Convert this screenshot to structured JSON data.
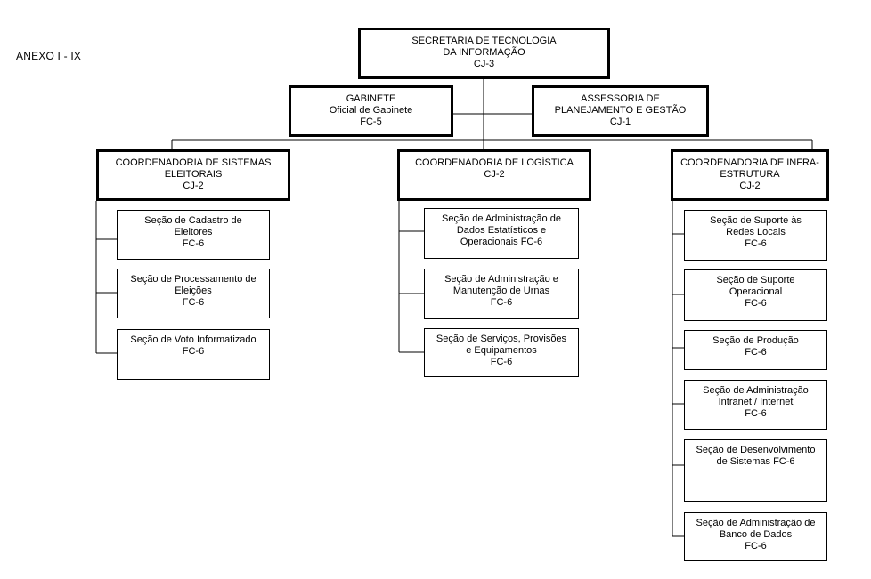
{
  "annex_label": "ANEXO I - IX",
  "secretaria": {
    "line1": "SECRETARIA DE TECNOLOGIA",
    "line2": "DA INFORMAÇÃO",
    "code": "CJ-3"
  },
  "gabinete": {
    "line1": "GABINETE",
    "line2": "Oficial de Gabinete",
    "code": "FC-5"
  },
  "assessoria": {
    "line1": "ASSESSORIA DE",
    "line2": "PLANEJAMENTO E GESTÃO",
    "code": "CJ-1"
  },
  "coord_sistemas": {
    "line1": "COORDENADORIA DE SISTEMAS",
    "line2": "ELEITORAIS",
    "code": "CJ-2",
    "sections": [
      {
        "line1": "Seção de Cadastro de",
        "line2": "Eleitores",
        "code": "FC-6"
      },
      {
        "line1": "Seção de Processamento de",
        "line2": "Eleições",
        "code": "FC-6"
      },
      {
        "line1": "Seção de Voto Informatizado",
        "line2": "",
        "code": "FC-6"
      }
    ]
  },
  "coord_logistica": {
    "line1": "COORDENADORIA DE LOGÍSTICA",
    "code": "CJ-2",
    "sections": [
      {
        "line1": "Seção de Administração de",
        "line2": "Dados Estatísticos e",
        "line3": "Operacionais FC-6"
      },
      {
        "line1": "Seção de Administração e",
        "line2": "Manutenção de Urnas",
        "line3": "FC-6"
      },
      {
        "line1": "Seção de Serviços, Provisões",
        "line2": "e Equipamentos",
        "line3": "FC-6"
      }
    ]
  },
  "coord_infra": {
    "line1": "COORDENADORIA DE INFRA-",
    "line2": "ESTRUTURA",
    "code": "CJ-2",
    "sections": [
      {
        "line1": "Seção de Suporte às",
        "line2": "Redes Locais",
        "line3": "FC-6"
      },
      {
        "line1": "Seção de Suporte",
        "line2": "Operacional",
        "line3": "FC-6"
      },
      {
        "line1": "Seção de Produção",
        "line2": "FC-6",
        "line3": ""
      },
      {
        "line1": "Seção de Administração",
        "line2": "Intranet / Internet",
        "line3": "FC-6"
      },
      {
        "line1": "Seção de Desenvolvimento",
        "line2": "de Sistemas FC-6",
        "line3": ""
      },
      {
        "line1": "Seção de Administração de",
        "line2": "Banco de Dados",
        "line3": "FC-6"
      }
    ]
  }
}
